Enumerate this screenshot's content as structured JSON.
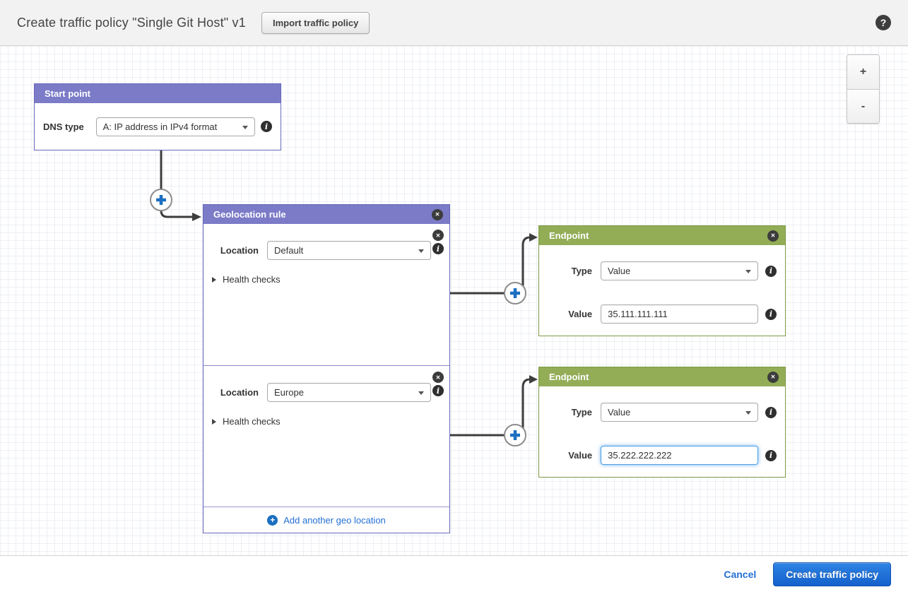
{
  "header": {
    "title": "Create traffic policy \"Single Git Host\" v1",
    "import_button_label": "Import traffic policy",
    "help_icon": "question-mark"
  },
  "canvas": {
    "zoom_in_label": "+",
    "zoom_out_label": "-"
  },
  "start_point": {
    "title": "Start point",
    "dns_type": {
      "label": "DNS type",
      "value": "A: IP address in IPv4 format"
    }
  },
  "geolocation_rule": {
    "title": "Geolocation rule",
    "rules": [
      {
        "location_label": "Location",
        "location_value": "Default",
        "health_checks_label": "Health checks"
      },
      {
        "location_label": "Location",
        "location_value": "Europe",
        "health_checks_label": "Health checks"
      }
    ],
    "add_location_label": "Add another geo location"
  },
  "endpoints": [
    {
      "title": "Endpoint",
      "type_label": "Type",
      "type_value": "Value",
      "value_label": "Value",
      "value": "35.111.111.111",
      "focused": false
    },
    {
      "title": "Endpoint",
      "type_label": "Type",
      "type_value": "Value",
      "value_label": "Value",
      "value": "35.222.222.222",
      "focused": true
    }
  ],
  "action_bar": {
    "cancel_label": "Cancel",
    "create_label": "Create traffic policy"
  },
  "colors": {
    "rule_header_purple": "#7b7bc8",
    "endpoint_header_green": "#93ad57",
    "connector_gray": "#3d3d3d",
    "link_blue": "#2470d5",
    "plus_blue": "#1b6fc0",
    "focus_blue": "#49a0e8"
  }
}
